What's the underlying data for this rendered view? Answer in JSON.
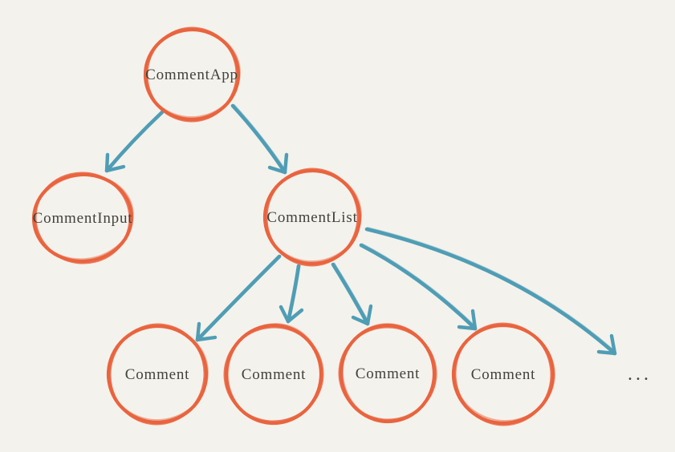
{
  "diagram": {
    "type": "component-tree",
    "nodes": [
      {
        "id": "comment-app",
        "label": "CommentApp"
      },
      {
        "id": "comment-input",
        "label": "CommentInput"
      },
      {
        "id": "comment-list",
        "label": "CommentList"
      },
      {
        "id": "comment-1",
        "label": "Comment"
      },
      {
        "id": "comment-2",
        "label": "Comment"
      },
      {
        "id": "comment-3",
        "label": "Comment"
      },
      {
        "id": "comment-4",
        "label": "Comment"
      },
      {
        "id": "more-comments",
        "label": "..."
      }
    ],
    "edges": [
      {
        "from": "CommentApp",
        "to": "CommentInput"
      },
      {
        "from": "CommentApp",
        "to": "CommentList"
      },
      {
        "from": "CommentList",
        "to": "Comment"
      },
      {
        "from": "CommentList",
        "to": "Comment"
      },
      {
        "from": "CommentList",
        "to": "Comment"
      },
      {
        "from": "CommentList",
        "to": "Comment"
      },
      {
        "from": "CommentList",
        "to": "..."
      }
    ],
    "colors": {
      "background": "#f4f2ec",
      "node_stroke": "#e9643f",
      "arrow": "#4f9db5",
      "text": "#42413c"
    }
  }
}
